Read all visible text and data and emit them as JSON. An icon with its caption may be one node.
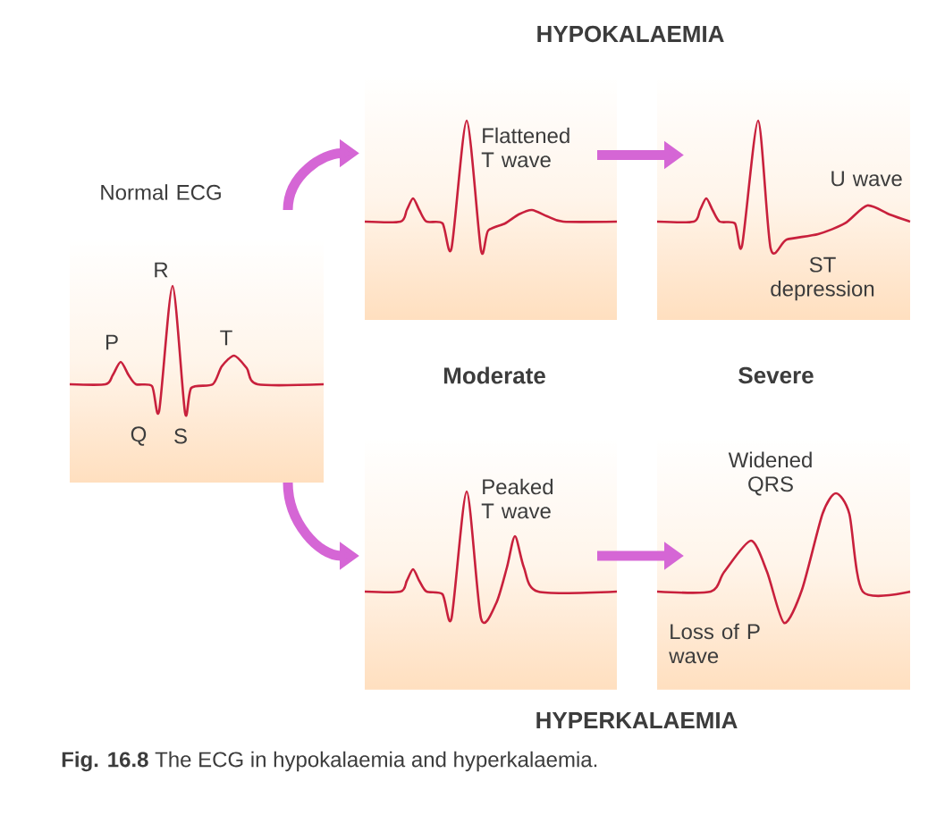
{
  "diagram": {
    "caption": "**Fig. 16.8** The ECG in hypokalaemia and hyperkalaemia.",
    "nodes": [
      {
        "text": [
          "Normal ECG",
          "R",
          "P",
          "T",
          "Q",
          "S"
        ]
      },
      {
        "text": [
          "Flattened T wave"
        ]
      },
      {
        "text": [
          "U wave",
          "ST depression"
        ]
      },
      {
        "text": [
          "Peaked T wave"
        ]
      },
      {
        "text": [
          "Widened QRS",
          "Loss of P wave"
        ]
      }
    ],
    "edges": [
      {
        "from": 0,
        "to": 1,
        "arrow": "to"
      },
      {
        "from": 0,
        "to": 3,
        "arrow": "to"
      },
      {
        "from": 1,
        "to": 2,
        "arrow": "to"
      },
      {
        "from": 3,
        "to": 4,
        "arrow": "to"
      }
    ],
    "labels": [
      "HYPOKALAEMIA",
      "Moderate",
      "Severe",
      "HYPERKALAEMIA"
    ]
  }
}
